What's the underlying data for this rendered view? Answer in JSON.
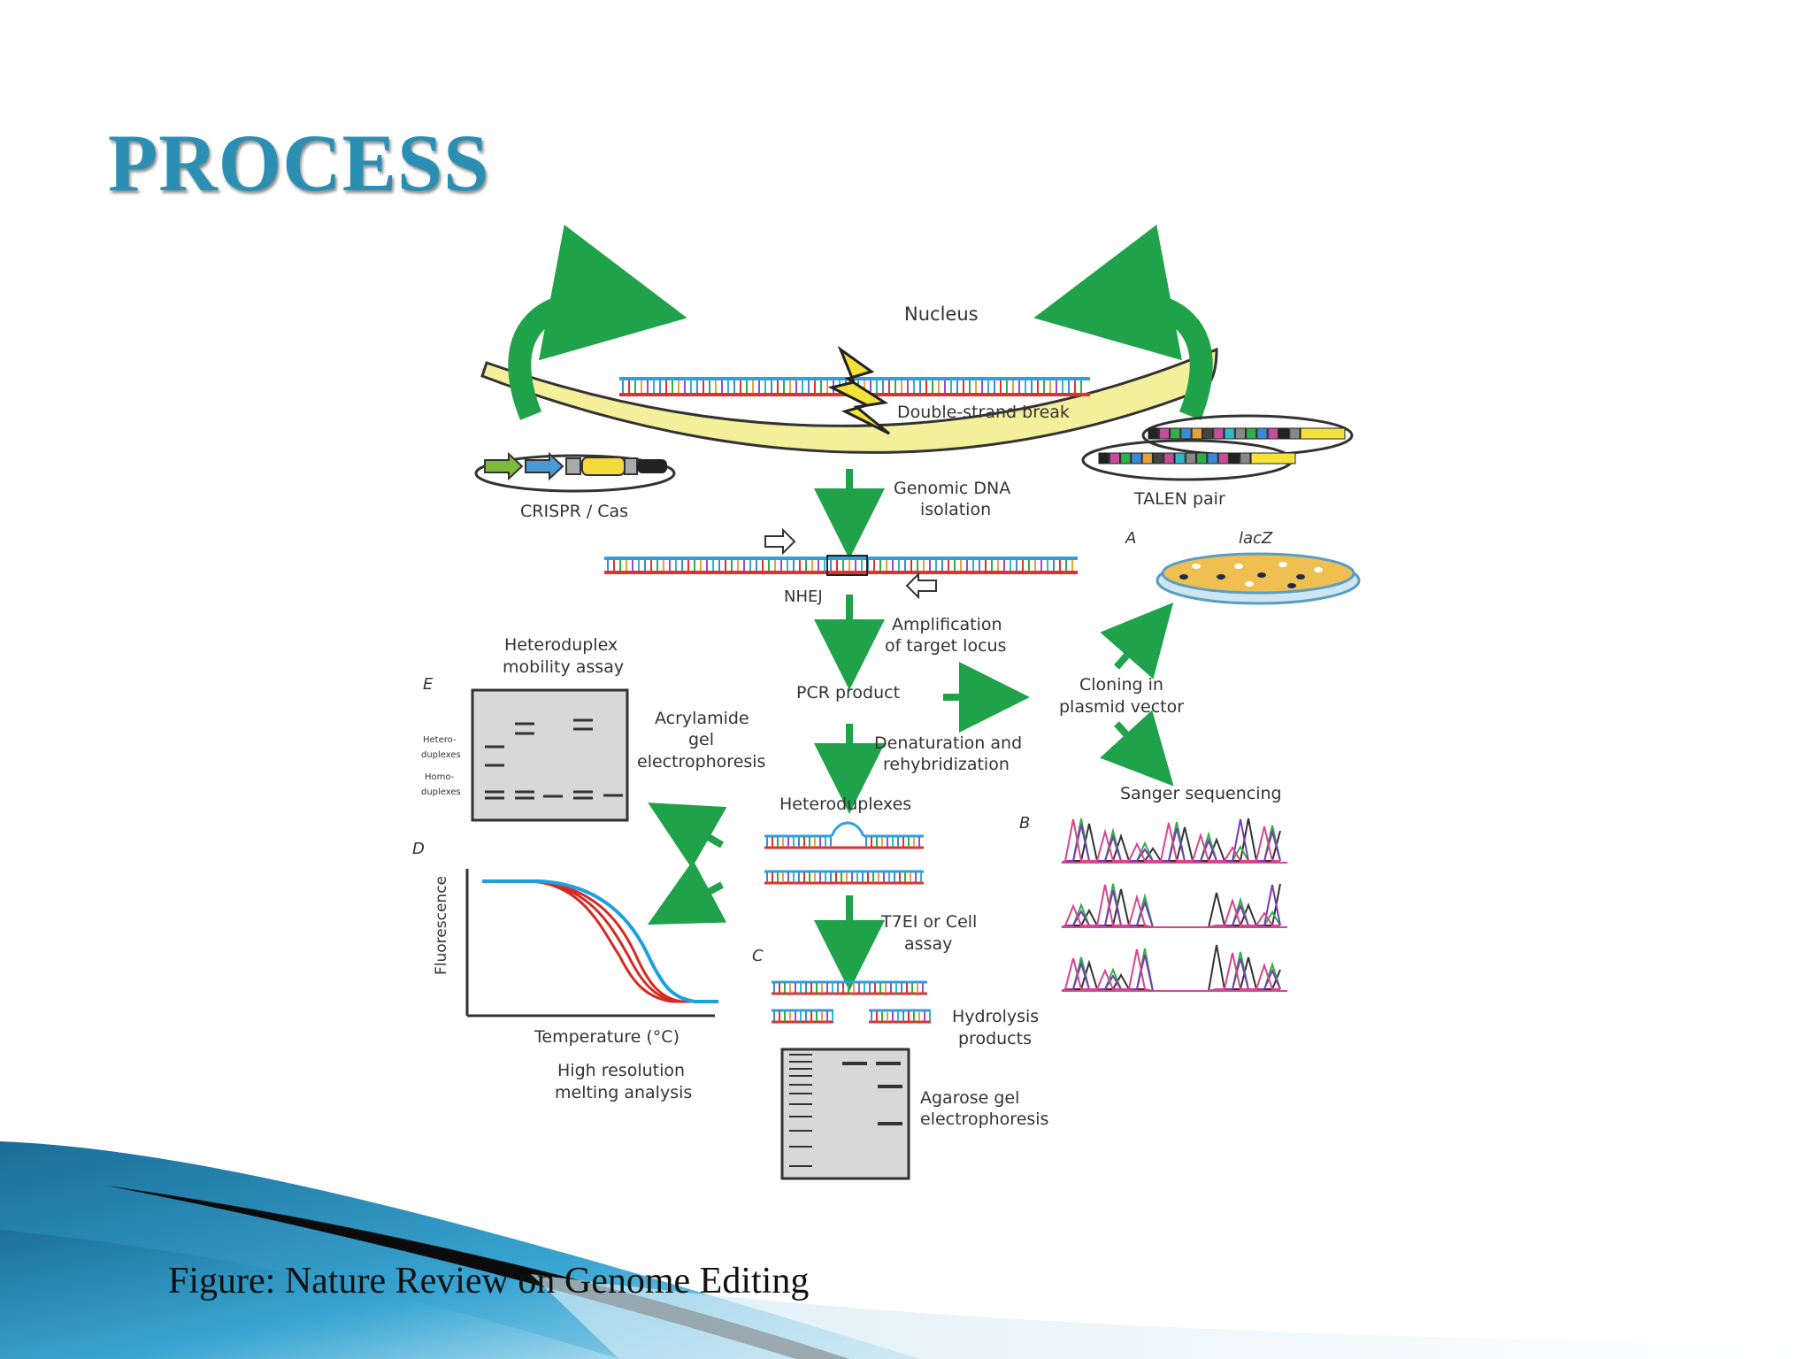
{
  "slide": {
    "title": "PROCESS",
    "caption": "Figure: Nature Review on Genome Editing"
  },
  "diagram": {
    "nucleus": "Nucleus",
    "double_strand_break": "Double-strand break",
    "crispr_cas": "CRISPR / Cas",
    "talen_pair": "TALEN pair",
    "genomic_dna_isolation_1": "Genomic DNA",
    "genomic_dna_isolation_2": "isolation",
    "nhej": "NHEJ",
    "amplification_1": "Amplification",
    "amplification_2": "of target locus",
    "pcr_product": "PCR product",
    "cloning_1": "Cloning in",
    "cloning_2": "plasmid vector",
    "panel_a": "A",
    "lacz": "lacZ",
    "panel_b": "B",
    "sanger_sequencing": "Sanger sequencing",
    "heteroduplex_mobility_1": "Heteroduplex",
    "heteroduplex_mobility_2": "mobility assay",
    "panel_e": "E",
    "acrylamide_1": "Acrylamide",
    "acrylamide_2": "gel",
    "acrylamide_3": "electrophoresis",
    "hetero_1": "Hetero-",
    "hetero_2": "duplexes",
    "homo_1": "Homo-",
    "homo_2": "duplexes",
    "denaturation_1": "Denaturation and",
    "denaturation_2": "rehybridization",
    "heteroduplexes": "Heteroduplexes",
    "panel_d": "D",
    "fluorescence": "Fluorescence",
    "temperature": "Temperature (°C)",
    "hrm_1": "High resolution",
    "hrm_2": "melting analysis",
    "panel_c": "C",
    "t7ei_1": "T7EI or Cell",
    "t7ei_2": "assay",
    "hydrolysis_1": "Hydrolysis",
    "hydrolysis_2": "products",
    "agarose_1": "Agarose gel",
    "agarose_2": "electrophoresis"
  },
  "colors": {
    "title": "#2a8fb2",
    "arrow_green": "#1fa24a",
    "strand_red": "#e0312c",
    "strand_blue": "#2f9fe0",
    "melt_blue": "#1da0e0",
    "melt_red": "#d42a22"
  }
}
